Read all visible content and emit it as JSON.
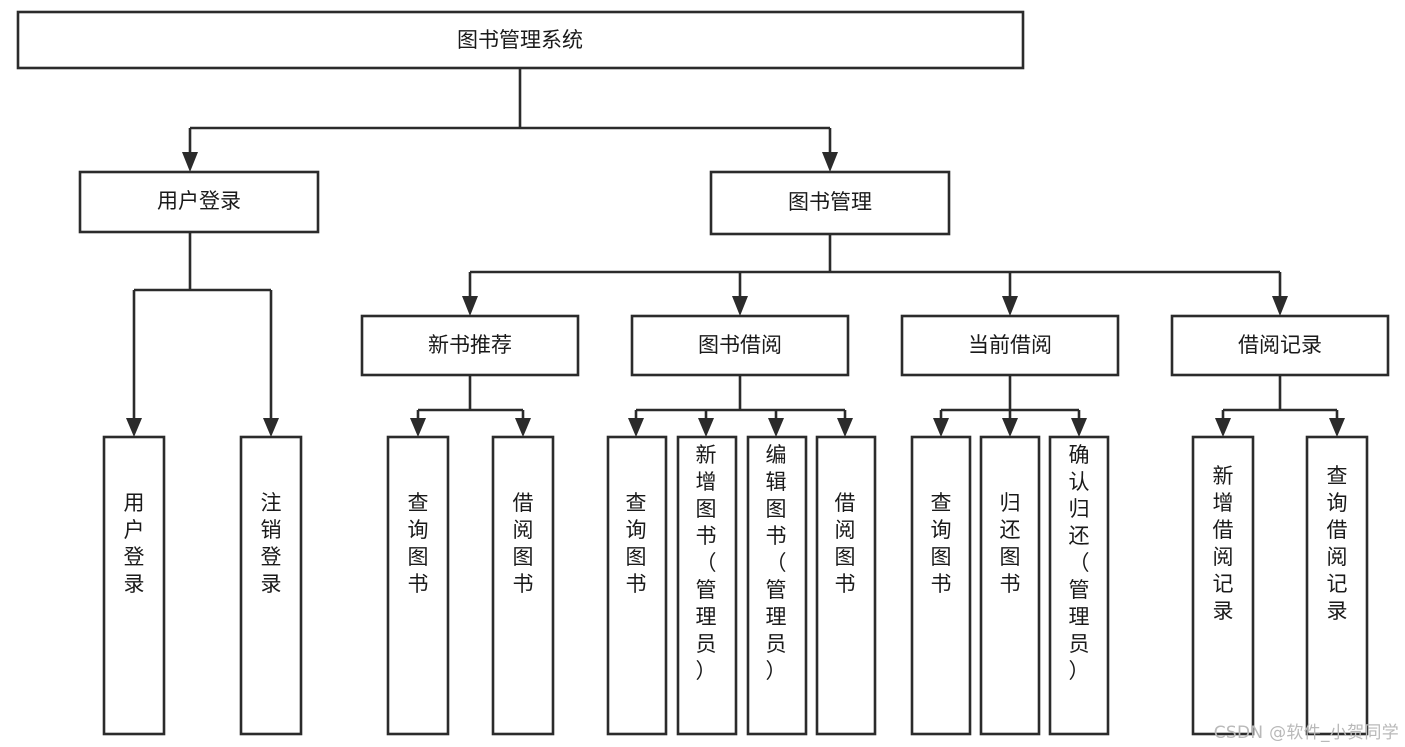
{
  "diagram": {
    "type": "tree",
    "title": "图书管理系统",
    "orientation": "top-down",
    "colors": {
      "box_fill": "#ffffff",
      "box_stroke": "#2b2b2b",
      "text": "#1a1a1a",
      "background": "#ffffff",
      "watermark": "#b9b9b9"
    },
    "root": {
      "label": "图书管理系统",
      "orientation": "horizontal"
    },
    "level2": [
      {
        "id": "user-login",
        "label": "用户登录",
        "orientation": "horizontal"
      },
      {
        "id": "book-manage",
        "label": "图书管理",
        "orientation": "horizontal"
      }
    ],
    "level3": [
      {
        "id": "new-book-recommend",
        "label": "新书推荐",
        "parent": "book-manage",
        "orientation": "horizontal"
      },
      {
        "id": "book-borrow",
        "label": "图书借阅",
        "parent": "book-manage",
        "orientation": "horizontal"
      },
      {
        "id": "current-borrow",
        "label": "当前借阅",
        "parent": "book-manage",
        "orientation": "horizontal"
      },
      {
        "id": "borrow-record",
        "label": "借阅记录",
        "parent": "book-manage",
        "orientation": "horizontal"
      }
    ],
    "leaves": [
      {
        "id": "leaf-user-login",
        "label": "用户登录",
        "parent": "user-login",
        "orientation": "vertical"
      },
      {
        "id": "leaf-user-logout",
        "label": "注销登录",
        "parent": "user-login",
        "orientation": "vertical"
      },
      {
        "id": "leaf-query-book-1",
        "label": "查询图书",
        "parent": "new-book-recommend",
        "orientation": "vertical"
      },
      {
        "id": "leaf-borrow-book-1",
        "label": "借阅图书",
        "parent": "new-book-recommend",
        "orientation": "vertical"
      },
      {
        "id": "leaf-query-book-2",
        "label": "查询图书",
        "parent": "book-borrow",
        "orientation": "vertical"
      },
      {
        "id": "leaf-add-book",
        "label": "新增图书（管理员）",
        "parent": "book-borrow",
        "orientation": "vertical"
      },
      {
        "id": "leaf-edit-book",
        "label": "编辑图书（管理员）",
        "parent": "book-borrow",
        "orientation": "vertical"
      },
      {
        "id": "leaf-borrow-book-2",
        "label": "借阅图书",
        "parent": "book-borrow",
        "orientation": "vertical"
      },
      {
        "id": "leaf-query-book-3",
        "label": "查询图书",
        "parent": "current-borrow",
        "orientation": "vertical"
      },
      {
        "id": "leaf-return-book",
        "label": "归还图书",
        "parent": "current-borrow",
        "orientation": "vertical"
      },
      {
        "id": "leaf-confirm-return",
        "label": "确认归还（管理员）",
        "parent": "current-borrow",
        "orientation": "vertical"
      },
      {
        "id": "leaf-add-record",
        "label": "新增借阅记录",
        "parent": "borrow-record",
        "orientation": "vertical"
      },
      {
        "id": "leaf-query-record",
        "label": "查询借阅记录",
        "parent": "borrow-record",
        "orientation": "vertical"
      }
    ]
  },
  "watermark": {
    "text": "CSDN @软件_小贺同学"
  }
}
